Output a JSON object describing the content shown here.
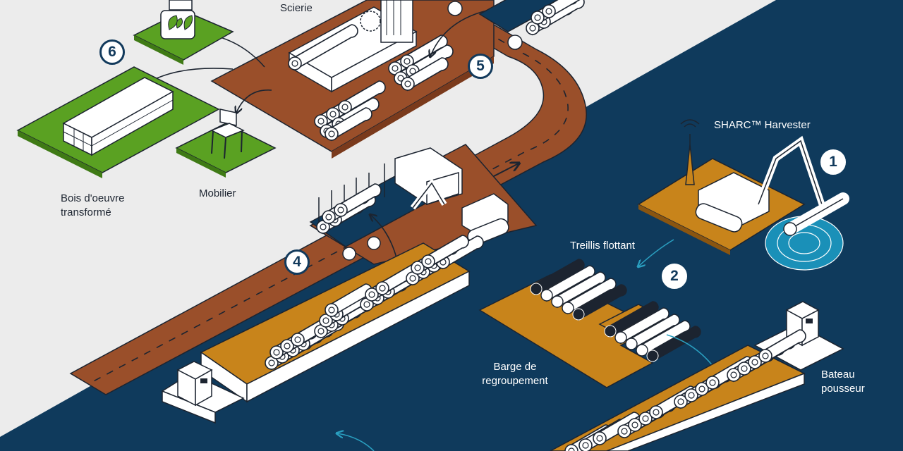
{
  "labels": {
    "scierie": "Scierie",
    "bois_line1": "Bois d'oeuvre",
    "bois_line2": "transformé",
    "mobilier": "Mobilier",
    "sharc": "SHARC™ Harvester",
    "treillis": "Treillis flottant",
    "barge_line1": "Barge de",
    "barge_line2": "regroupement",
    "bateau_line1": "Bateau",
    "bateau_line2": "pousseur"
  },
  "steps": [
    "1",
    "2",
    "4",
    "5",
    "6"
  ],
  "colors": {
    "land": "#ececec",
    "water": "#0f3a5c",
    "road": "#9a4f2a",
    "barge": "#c8841b",
    "grass": "#5aa122",
    "accent": "#2a9fc0",
    "outline": "#1c2430"
  }
}
